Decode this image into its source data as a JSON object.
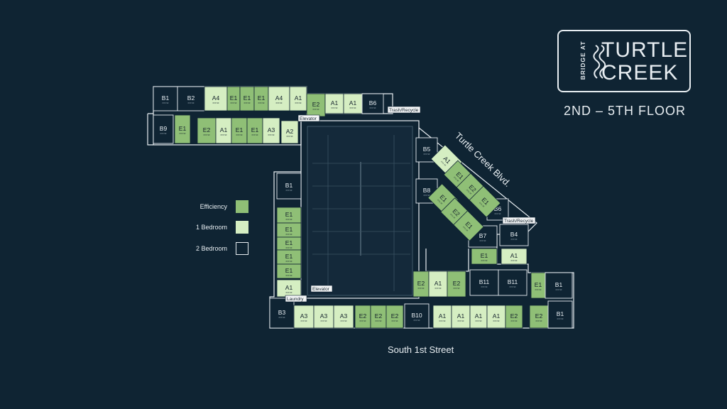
{
  "brand": {
    "small": "BRIDGE AT",
    "line1": "TURTLE",
    "line2": "CREEK"
  },
  "floor_label": "2ND – 5TH FLOOR",
  "streets": {
    "east": "Turtle Creek Blvd.",
    "south": "South 1st Street"
  },
  "colors": {
    "background": "#0f2433",
    "efficiency": "#8fbf76",
    "one_bedroom": "#d5eec2",
    "two_bedroom": "#0f2433",
    "outline": "#e8eef2"
  },
  "legend": [
    {
      "label": "Efficiency",
      "kind": "efficiency"
    },
    {
      "label": "1 Bedroom",
      "kind": "one_bedroom"
    },
    {
      "label": "2 Bedroom",
      "kind": "two_bedroom"
    }
  ],
  "tags": {
    "trash_north": "Trash/Recycle",
    "elevator_north": "Elevator",
    "trash_east": "Trash/Recycle",
    "elevator_south": "Elevator",
    "laundry": "Laundry"
  },
  "units": [
    {
      "label": "B1",
      "sub": "XXX SF"
    },
    {
      "label": "B2",
      "sub": "XXX SF"
    },
    {
      "label": "A4",
      "sub": "XXX SF"
    },
    {
      "label": "E1",
      "sub": "XXX SF"
    },
    {
      "label": "E1",
      "sub": "XXX SF"
    },
    {
      "label": "E1",
      "sub": "XXX SF"
    },
    {
      "label": "A4",
      "sub": "XXX SF"
    },
    {
      "label": "A1",
      "sub": "XXX SF"
    },
    {
      "label": "E2",
      "sub": "XXX SF"
    },
    {
      "label": "A1",
      "sub": "XXX SF"
    },
    {
      "label": "A1",
      "sub": "XXX SF"
    },
    {
      "label": "B6",
      "sub": "XXX SF"
    },
    {
      "label": "B9",
      "sub": "XXX SF"
    },
    {
      "label": "E1",
      "sub": "XXX SF"
    },
    {
      "label": "E2",
      "sub": "XXX SF"
    },
    {
      "label": "A1",
      "sub": "XXX SF"
    },
    {
      "label": "E1",
      "sub": "XXX SF"
    },
    {
      "label": "E1",
      "sub": "XXX SF"
    },
    {
      "label": "A3",
      "sub": "XXX SF"
    },
    {
      "label": "A2",
      "sub": "XXX SF"
    },
    {
      "label": "B1",
      "sub": "XXX SF"
    },
    {
      "label": "E1",
      "sub": "XXX SF"
    },
    {
      "label": "E1",
      "sub": "XXX SF"
    },
    {
      "label": "E1",
      "sub": "XXX SF"
    },
    {
      "label": "E1",
      "sub": "XXX SF"
    },
    {
      "label": "E1",
      "sub": "XXX SF"
    },
    {
      "label": "A1",
      "sub": "XXX SF"
    },
    {
      "label": "B3",
      "sub": "XXX SF"
    },
    {
      "label": "A3",
      "sub": "XXX SF"
    },
    {
      "label": "A3",
      "sub": "XXX SF"
    },
    {
      "label": "A3",
      "sub": "XXX SF"
    },
    {
      "label": "E2",
      "sub": "XXX SF"
    },
    {
      "label": "E2",
      "sub": "XXX SF"
    },
    {
      "label": "E2",
      "sub": "XXX SF"
    },
    {
      "label": "B10",
      "sub": "XXX SF"
    },
    {
      "label": "A1",
      "sub": "XXX SF"
    },
    {
      "label": "A1",
      "sub": "XXX SF"
    },
    {
      "label": "A1",
      "sub": "XXX SF"
    },
    {
      "label": "A1",
      "sub": "XXX SF"
    },
    {
      "label": "E2",
      "sub": "XXX SF"
    },
    {
      "label": "E2",
      "sub": "XXX SF"
    },
    {
      "label": "B1",
      "sub": "XXX SF"
    },
    {
      "label": "E2",
      "sub": "XXX SF"
    },
    {
      "label": "A1",
      "sub": "XXX SF"
    },
    {
      "label": "E2",
      "sub": "XXX SF"
    },
    {
      "label": "B11",
      "sub": "XXX SF"
    },
    {
      "label": "B11",
      "sub": "XXX SF"
    },
    {
      "label": "E1",
      "sub": "XXX SF"
    },
    {
      "label": "B1",
      "sub": "XXX SF"
    },
    {
      "label": "E1",
      "sub": "XXX SF"
    },
    {
      "label": "A1",
      "sub": "XXX SF"
    },
    {
      "label": "B7",
      "sub": "XXX SF"
    },
    {
      "label": "B4",
      "sub": "XXX SF"
    },
    {
      "label": "B5",
      "sub": "XXX SF"
    },
    {
      "label": "B8",
      "sub": "XXX SF"
    },
    {
      "label": "B6",
      "sub": "XXX SF"
    },
    {
      "label": "A1",
      "sub": "XXX SF"
    },
    {
      "label": "E1",
      "sub": "XXX SF"
    },
    {
      "label": "E2",
      "sub": "XXX SF"
    },
    {
      "label": "E1",
      "sub": "XXX SF"
    },
    {
      "label": "E1",
      "sub": "XXX SF"
    },
    {
      "label": "E2",
      "sub": "XXX SF"
    },
    {
      "label": "E1",
      "sub": "XXX SF"
    }
  ]
}
